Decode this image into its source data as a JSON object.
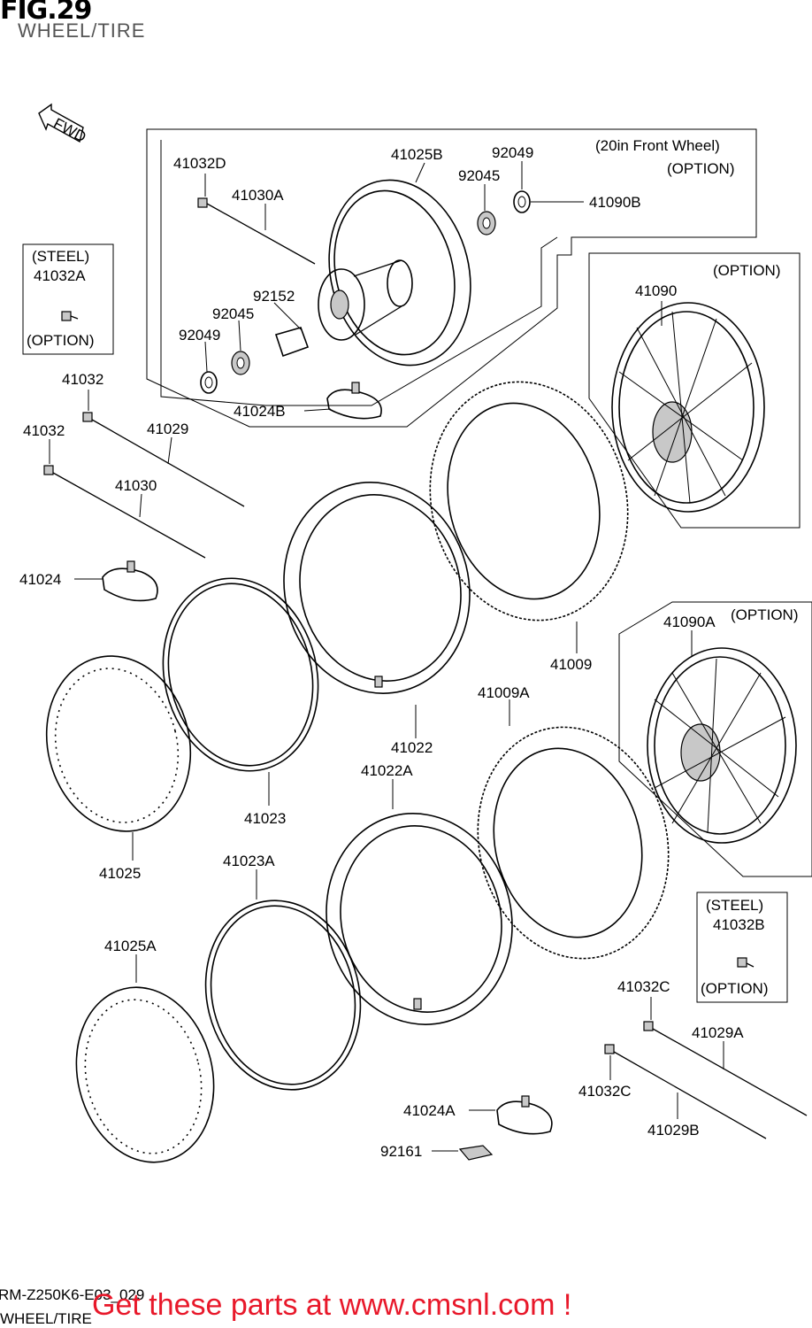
{
  "header": {
    "title": "FIG.29",
    "subtitle": "WHEEL/TIRE"
  },
  "fwd_label": "FWD",
  "boxes": {
    "front_option": {
      "line1": "(20in Front Wheel)",
      "line2": "(OPTION)"
    },
    "option_41090": "(OPTION)",
    "option_41090a": "(OPTION)",
    "steel_a": {
      "line1": "(STEEL)",
      "line2": "41032A",
      "line3": "(OPTION)"
    },
    "steel_b": {
      "line1": "(STEEL)",
      "line2": "41032B",
      "line3": "(OPTION)"
    }
  },
  "parts": {
    "p41032D": "41032D",
    "p41030A": "41030A",
    "p41025B": "41025B",
    "p92049a": "92049",
    "p92045a": "92045",
    "p41090B": "41090B",
    "p92152": "92152",
    "p92045b": "92045",
    "p92049b": "92049",
    "p41024B": "41024B",
    "p41090": "41090",
    "p41032a": "41032",
    "p41032b": "41032",
    "p41029": "41029",
    "p41030": "41030",
    "p41024": "41024",
    "p41009": "41009",
    "p41090A": "41090A",
    "p41009A": "41009A",
    "p41022": "41022",
    "p41022A": "41022A",
    "p41023": "41023",
    "p41025": "41025",
    "p41023A": "41023A",
    "p41025A": "41025A",
    "p41032Ca": "41032C",
    "p41029A": "41029A",
    "p41032Cb": "41032C",
    "p41029B": "41029B",
    "p41024A": "41024A",
    "p92161": "92161"
  },
  "footer": {
    "code": "RM-Z250K6-E03_029",
    "code2": "WHEEL/TIRE",
    "promo": "Get these parts at www.cmsnl.com !"
  }
}
